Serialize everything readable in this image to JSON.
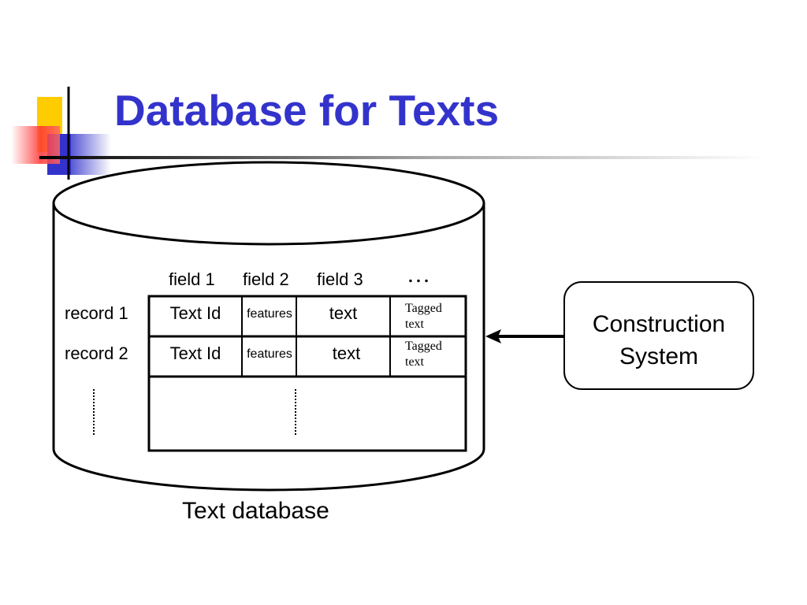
{
  "slide": {
    "title": "Database for Texts"
  },
  "diagram": {
    "fields": [
      "field 1",
      "field 2",
      "field 3"
    ],
    "more_fields": "…",
    "records": [
      {
        "label": "record 1",
        "cells": [
          "Text Id",
          "features",
          "text",
          "Tagged text"
        ]
      },
      {
        "label": "record 2",
        "cells": [
          "Text Id",
          "features",
          "text",
          "Tagged text"
        ]
      }
    ],
    "database_label": "Text database",
    "construction_system": "Construction System"
  },
  "colors": {
    "title": "#3333cc",
    "decor_yellow": "#ffcc00",
    "decor_blue": "#3333cc",
    "decor_red": "#ff3333"
  }
}
